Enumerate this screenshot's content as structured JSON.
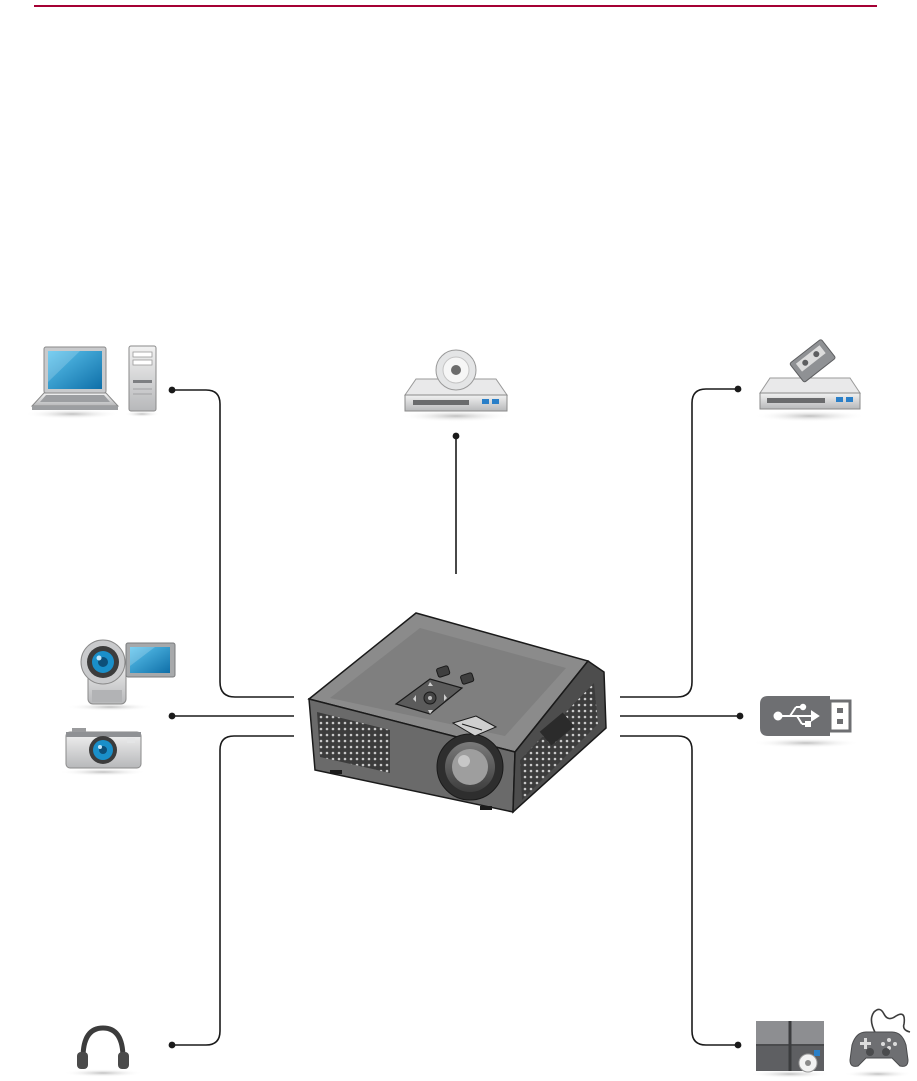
{
  "header": {
    "accent_color": "#a50034"
  },
  "colors": {
    "line": "#1a1a1a",
    "screen_blue": "#1a8fc9",
    "device_body": "#d9dadb",
    "projector_body": "#6c6c6c",
    "projector_top": "#8a8a8a",
    "led_blue": "#2a7fc8"
  },
  "devices": [
    {
      "name": "laptop-and-desktop-pc",
      "icons": [
        "laptop-icon",
        "desktop-tower-icon"
      ]
    },
    {
      "name": "dvd-player",
      "icons": [
        "dvd-player-icon"
      ]
    },
    {
      "name": "vcr",
      "icons": [
        "vcr-icon"
      ]
    },
    {
      "name": "camcorder-and-camera",
      "icons": [
        "camcorder-icon",
        "digital-camera-icon"
      ]
    },
    {
      "name": "usb-device",
      "icons": [
        "usb-drive-icon"
      ]
    },
    {
      "name": "headphones",
      "icons": [
        "headphones-icon"
      ]
    },
    {
      "name": "game-console",
      "icons": [
        "game-console-icon",
        "gamepad-icon"
      ]
    }
  ],
  "center_device": {
    "icon": "projector-icon"
  }
}
